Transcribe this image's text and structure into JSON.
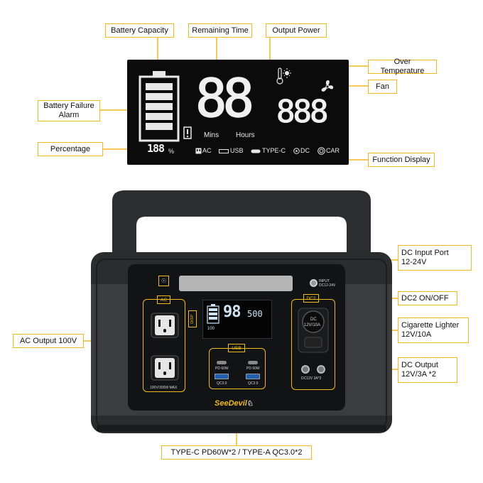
{
  "callouts": {
    "battery_capacity": "Battery Capacity",
    "remaining_time": "Remaining Time",
    "output_power": "Output Power",
    "over_temperature": "Over Temperature",
    "fan": "Fan",
    "battery_failure_alarm_line1": "Battery Failure",
    "battery_failure_alarm_line2": "Alarm",
    "percentage": "Percentage",
    "function_display": "Function Display",
    "dc_input_line1": "DC Input Port",
    "dc_input_line2": "12-24V",
    "dc2_onoff": "DC2 ON/OFF",
    "cig_line1": "Cigarette Lighter",
    "cig_line2": "12V/10A",
    "dc_output_line1": "DC Output",
    "dc_output_line2": "12V/3A *2",
    "ac_output": "AC Output 100V",
    "usb_bottom": "TYPE-C PD60W*2 / TYPE-A  QC3.0*2"
  },
  "lcd": {
    "time_digits": "88",
    "power_digits": "888",
    "mins": "Mins",
    "hours": "Hours",
    "percent_digits": "188",
    "percent_sign": "%",
    "func_ac": "AC",
    "func_usb": "USB",
    "func_typec": "TYPE-C",
    "func_dc": "DC",
    "func_car": "CAR"
  },
  "device": {
    "ac_label": "AC",
    "ac_rating": "100V/300W MAX",
    "disp_label": "DISP",
    "usb_label": "USB",
    "pd_left": "PD 60W",
    "pd_right": "PD 60W",
    "qc_left": "QC3.0",
    "qc_right": "QC3.0",
    "dc2_label": "DC2",
    "cig_text_line1": "DC",
    "cig_text_line2": "12V/10A",
    "dc_port_text": "DC12V 3A*2",
    "input_text_line1": "INPUT",
    "input_text_line2": "DC12-24V",
    "screen_time": "98",
    "screen_power": "500",
    "screen_percent": "100",
    "brand": "SeeDevil"
  },
  "colors": {
    "accent": "#f2b91e",
    "body": "#2b2c2e",
    "panel": "#121314"
  }
}
